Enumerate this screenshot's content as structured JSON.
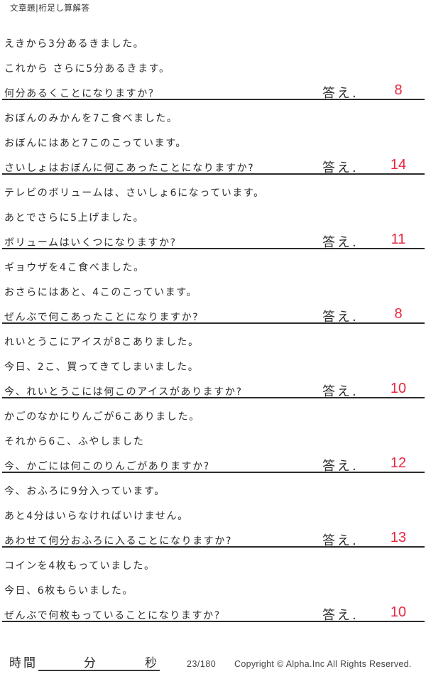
{
  "header": {
    "title": "文章題|桁足し算解答"
  },
  "answer_label": "答え.",
  "colors": {
    "answer": "#e8273f",
    "text": "#2b2b2b",
    "rule": "#2c2c2c"
  },
  "problems": [
    {
      "lines": [
        "えきから3分あるきました。",
        "これから さらに5分あるきます。",
        "何分あるくことになりますか?"
      ],
      "answer": "8"
    },
    {
      "lines": [
        "おぼんのみかんを7こ食べました。",
        "おぼんにはあと7このこっています。",
        "さいしょはおぼんに何こあったことになりますか?"
      ],
      "answer": "14"
    },
    {
      "lines": [
        "テレビのボリュームは、さいしょ6になっています。",
        "あとでさらに5上げました。",
        "ボリュームはいくつになりますか?"
      ],
      "answer": "11"
    },
    {
      "lines": [
        "ギョウザを4こ食べました。",
        "おさらにはあと、4このこっています。",
        "ぜんぶで何こあったことになりますか?"
      ],
      "answer": "8"
    },
    {
      "lines": [
        "れいとうこにアイスが8こありました。",
        "今日、2こ、買ってきてしまいました。",
        "今、れいとうこには何このアイスがありますか?"
      ],
      "answer": "10"
    },
    {
      "lines": [
        "かごのなかにりんごが6こありました。",
        "それから6こ、ふやしました",
        "今、かごには何このりんごがありますか?"
      ],
      "answer": "12"
    },
    {
      "lines": [
        "今、おふろに9分入っています。",
        "あと4分はいらなければいけません。",
        "あわせて何分おふろに入ることになりますか?"
      ],
      "answer": "13"
    },
    {
      "lines": [
        "コインを4枚もっていました。",
        "今日、6枚もらいました。",
        "ぜんぶで何枚もっていることになりますか?"
      ],
      "answer": "10"
    }
  ],
  "footer": {
    "time_label": "時間",
    "minutes_label": "分",
    "seconds_label": "秒",
    "page": "23/180",
    "copyright": "Copyright ©  Alpha.Inc All Rights Reserved."
  }
}
